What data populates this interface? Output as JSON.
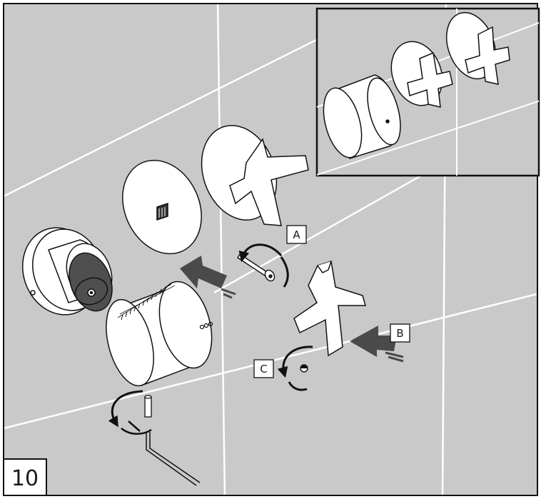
{
  "step_number": "10",
  "callouts": {
    "a": "A",
    "b": "B",
    "c": "C"
  },
  "colors": {
    "wall": "#c9c9c9",
    "tile_lines": "#ffffff",
    "part_fill": "#ffffff",
    "outline": "#111111",
    "arrow": "#4a4a4a",
    "dark": "#333333"
  }
}
